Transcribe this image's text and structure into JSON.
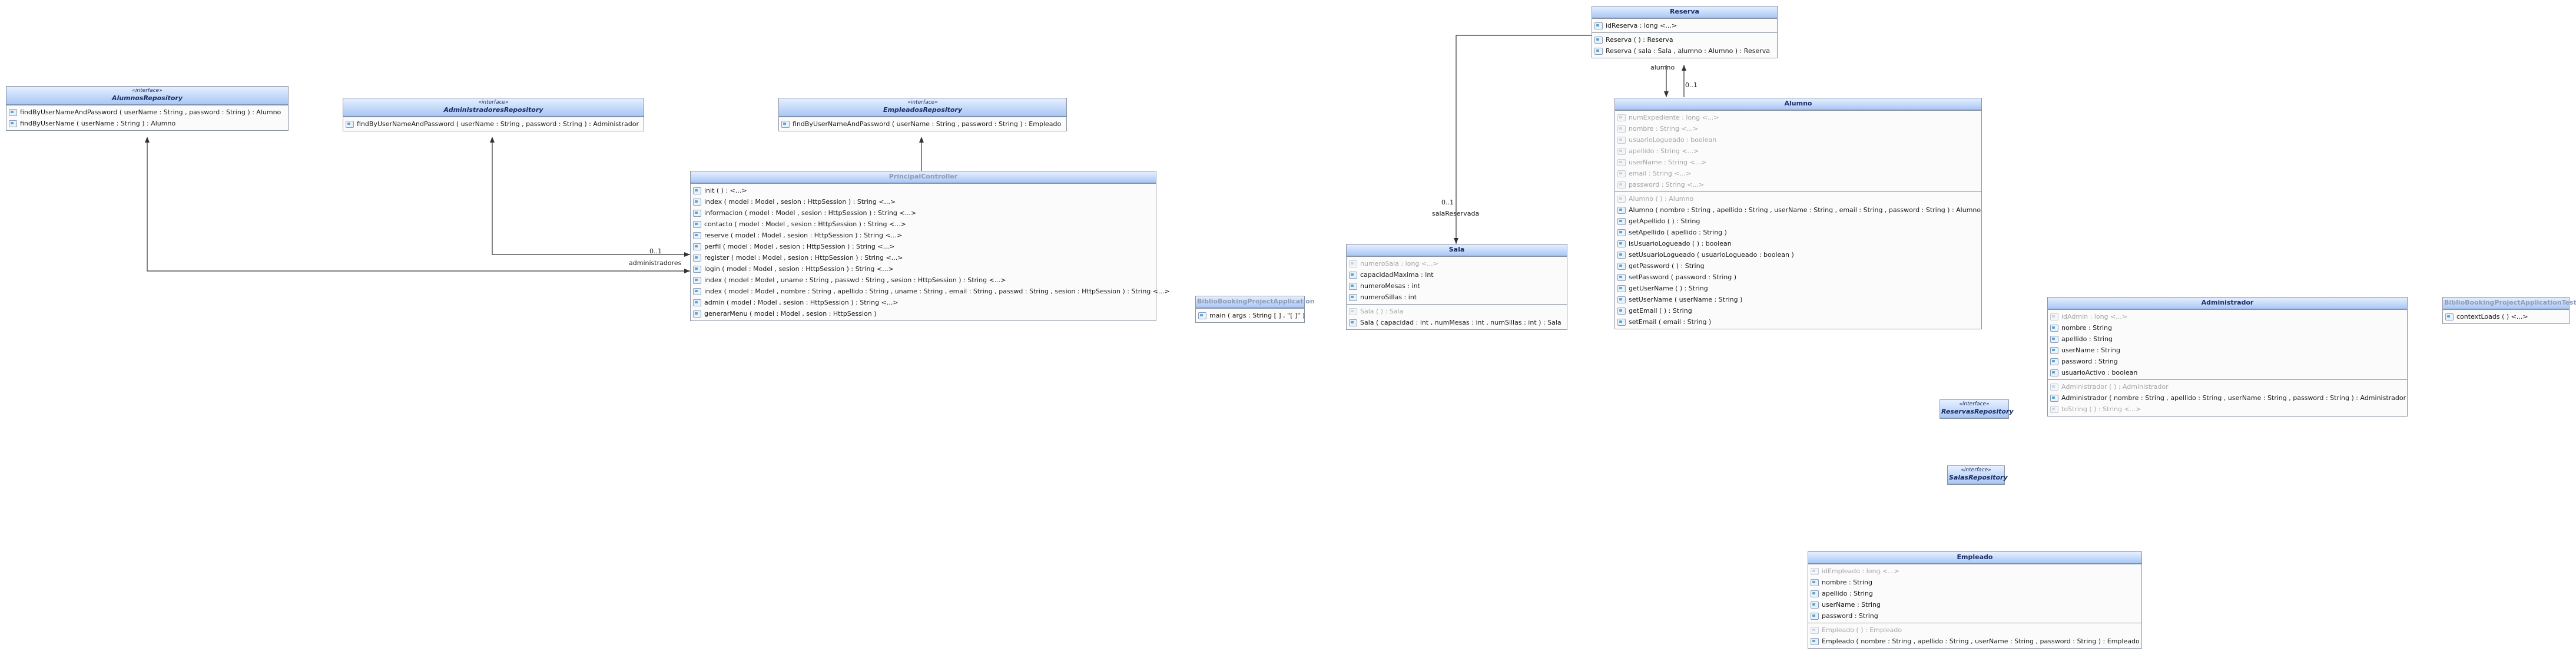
{
  "classes": {
    "alumnos_repo": {
      "stereotype": "«interface»",
      "name": "AlumnosRepository",
      "methods": [
        "findByUserNameAndPassword ( userName : String , password : String ) : Alumno",
        "findByUserName ( userName : String ) : Alumno"
      ]
    },
    "admins_repo": {
      "stereotype": "«interface»",
      "name": "AdministradoresRepository",
      "methods": [
        "findByUserNameAndPassword ( userName : String , password : String ) : Administrador"
      ]
    },
    "empleados_repo": {
      "stereotype": "«interface»",
      "name": "EmpleadosRepository",
      "methods": [
        "findByUserNameAndPassword ( userName : String , password : String ) : Empleado"
      ]
    },
    "principal": {
      "name": "PrincipalController",
      "methods": [
        "init ( ) : <...>",
        "index ( model : Model , sesion : HttpSession ) : String <...>",
        "informacion ( model : Model , sesion : HttpSession ) : String <...>",
        "contacto ( model : Model , sesion : HttpSession ) : String <...>",
        "reserve ( model : Model , sesion : HttpSession ) : String <...>",
        "perfil ( model : Model , sesion : HttpSession ) : String <...>",
        "register ( model : Model , sesion : HttpSession ) : String <...>",
        "login ( model : Model , sesion : HttpSession ) : String <...>",
        "index ( model : Model , uname : String , passwd : String , sesion : HttpSession ) : String <...>",
        "index ( model : Model , nombre : String , apellido : String , uname : String , email : String , passwd : String , sesion : HttpSession ) : String <...>",
        "admin ( model : Model , sesion : HttpSession ) : String <...>",
        "generarMenu ( model : Model , sesion : HttpSession )"
      ]
    },
    "biblio_app": {
      "name": "BiblioBookingProjectApplication",
      "methods": [
        "main ( args : String [ ] , \"[ ]\" )"
      ]
    },
    "reserva": {
      "name": "Reserva",
      "attributes": [
        "idReserva : long <...>"
      ],
      "methods": [
        "Reserva ( ) : Reserva",
        "Reserva ( sala : Sala , alumno : Alumno ) : Reserva"
      ]
    },
    "sala": {
      "name": "Sala",
      "attributes": [
        "numeroSala : long <...>",
        "capacidadMaxima : int",
        "numeroMesas : int",
        "numeroSillas : int"
      ],
      "methods": [
        "Sala ( ) : Sala",
        "Sala ( capacidad : int , numMesas : int , numSillas : int ) : Sala"
      ]
    },
    "alumno": {
      "name": "Alumno",
      "attributes": [
        "numExpediente : long <...>",
        "nombre : String <...>",
        "usuarioLogueado : boolean",
        "apellido : String <...>",
        "userName : String <...>",
        "email : String <...>",
        "password : String <...>"
      ],
      "methods": [
        "Alumno ( ) : Alumno",
        "Alumno ( nombre : String , apellido : String , userName : String , email : String , password : String ) : Alumno",
        "getApellido ( ) : String",
        "setApellido ( apellido : String )",
        "isUsuarioLogueado ( ) : boolean",
        "setUsuarioLogueado ( usuarioLogueado : boolean )",
        "getPassword ( ) : String",
        "setPassword ( password : String )",
        "getUserName ( ) : String",
        "setUserName ( userName : String )",
        "getEmail ( ) : String",
        "setEmail ( email : String )"
      ]
    },
    "administrador": {
      "name": "Administrador",
      "attributes": [
        "idAdmin : long <...>",
        "nombre : String",
        "apellido : String",
        "userName : String",
        "password : String",
        "usuarioActivo : boolean"
      ],
      "methods": [
        "Administrador ( ) : Administrador",
        "Administrador ( nombre : String , apellido : String , userName : String , password : String ) : Administrador",
        "toString ( ) : String <...>"
      ]
    },
    "biblio_tests": {
      "name": "BiblioBookingProjectApplicationTests",
      "methods": [
        "contextLoads ( ) <...>"
      ]
    },
    "reservas_repo": {
      "stereotype": "«interface»",
      "name": "ReservasRepository"
    },
    "salas_repo": {
      "stereotype": "«interface»",
      "name": "SalasRepository"
    },
    "empleado": {
      "name": "Empleado",
      "attributes": [
        "idEmpleado : long <...>",
        "nombre : String",
        "apellido : String",
        "userName : String",
        "password : String"
      ],
      "methods": [
        "Empleado ( ) : Empleado",
        "Empleado ( nombre : String , apellido : String , userName : String , password : String ) : Empleado"
      ]
    }
  },
  "labels": {
    "administradores": "administradores",
    "admin_mult": "0..1",
    "salaReservada": "salaReservada",
    "sala_mult": "0..1",
    "alumno_role": "alumno",
    "alumno_mult": "0..1"
  }
}
